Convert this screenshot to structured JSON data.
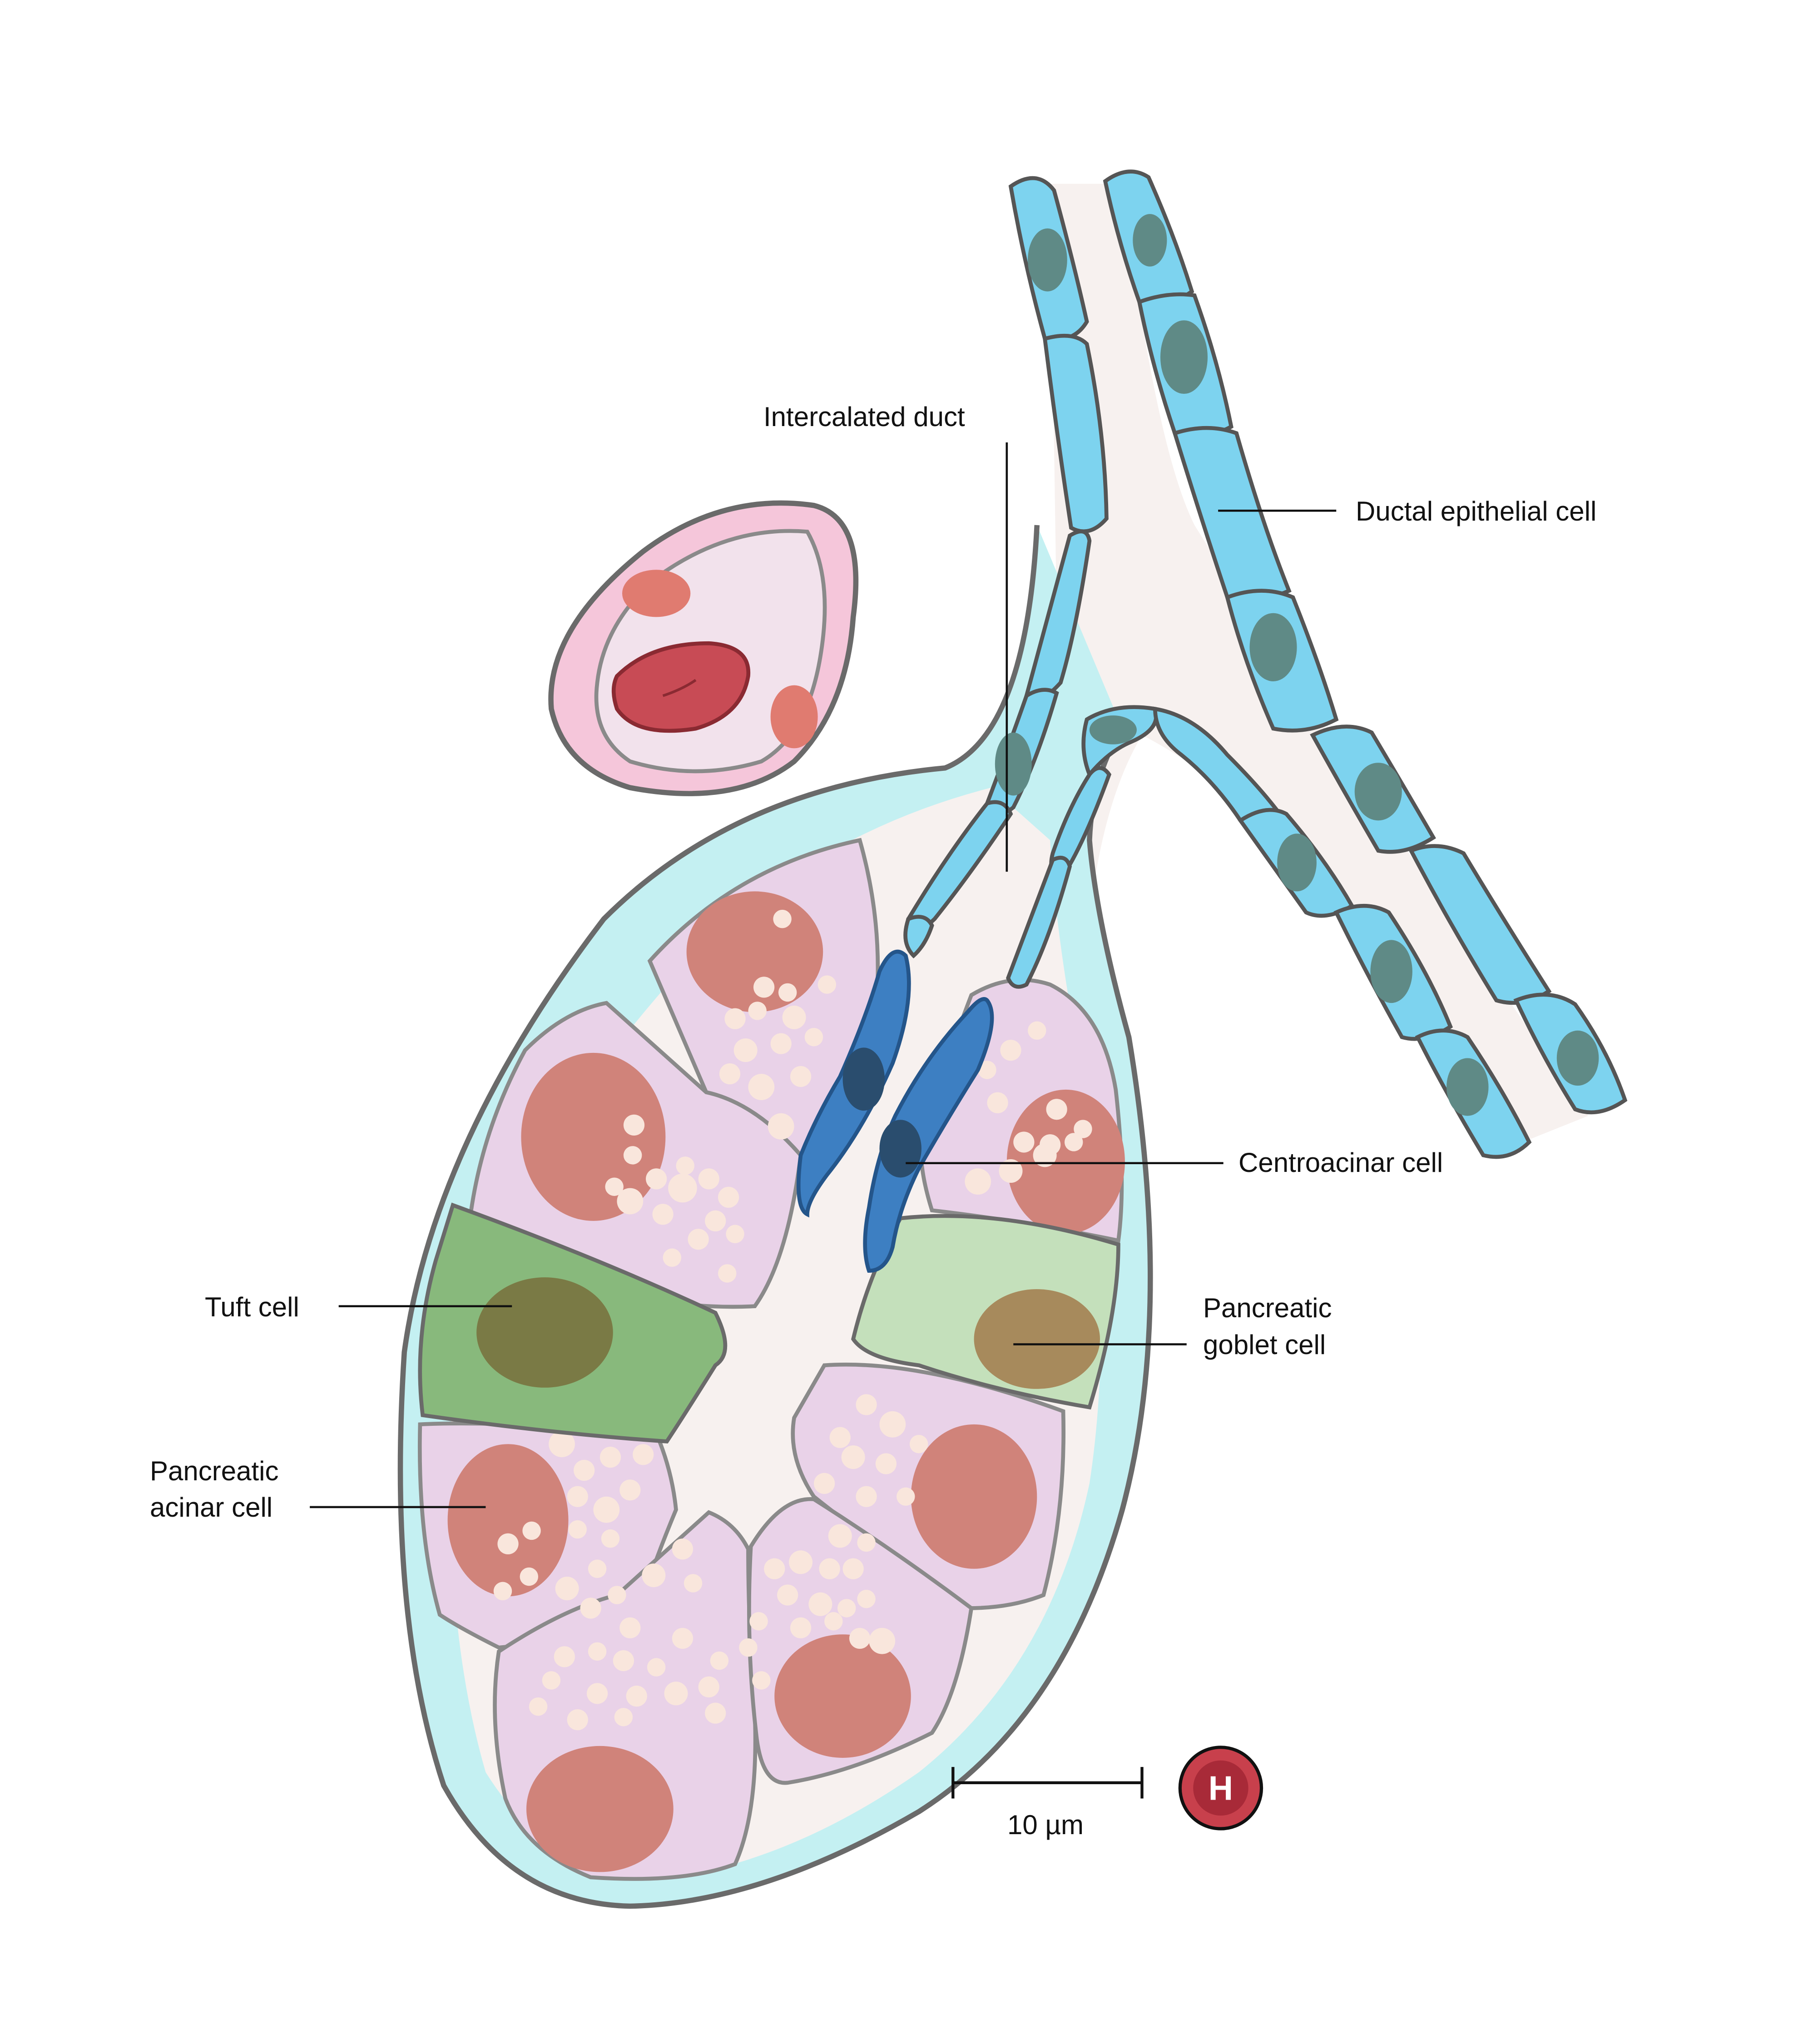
{
  "labels": {
    "intercalated_duct": "Intercalated duct",
    "ductal_epithelial_cell": "Ductal epithelial cell",
    "centroacinar_cell": "Centroacinar cell",
    "tuft_cell": "Tuft cell",
    "pancreatic_goblet_cell_line1": "Pancreatic",
    "pancreatic_goblet_cell_line2": "goblet cell",
    "pancreatic_acinar_cell_line1": "Pancreatic",
    "pancreatic_acinar_cell_line2": "acinar cell"
  },
  "scale_bar": {
    "label": "10 µm"
  },
  "badge": {
    "letter": "H"
  },
  "colors": {
    "duct_cell": "#7dd3ef",
    "duct_nucleus": "#5f8a86",
    "centroacinar_cell": "#3d7fc2",
    "acinar_cell": "#e9d2e8",
    "acinar_nucleus": "#d0837a",
    "granule": "#f9e6dc",
    "tuft_cell": "#88b97c",
    "tuft_nucleus": "#7a7a45",
    "goblet_cell": "#c4e0bb",
    "goblet_nucleus": "#a78a5c",
    "basement_membrane": "#c4f0f2",
    "lumen": "#f7f1ef",
    "capillary": "#f5c6da",
    "red_blood_cell": "#c84b55",
    "outline": "#6a6a6a"
  }
}
